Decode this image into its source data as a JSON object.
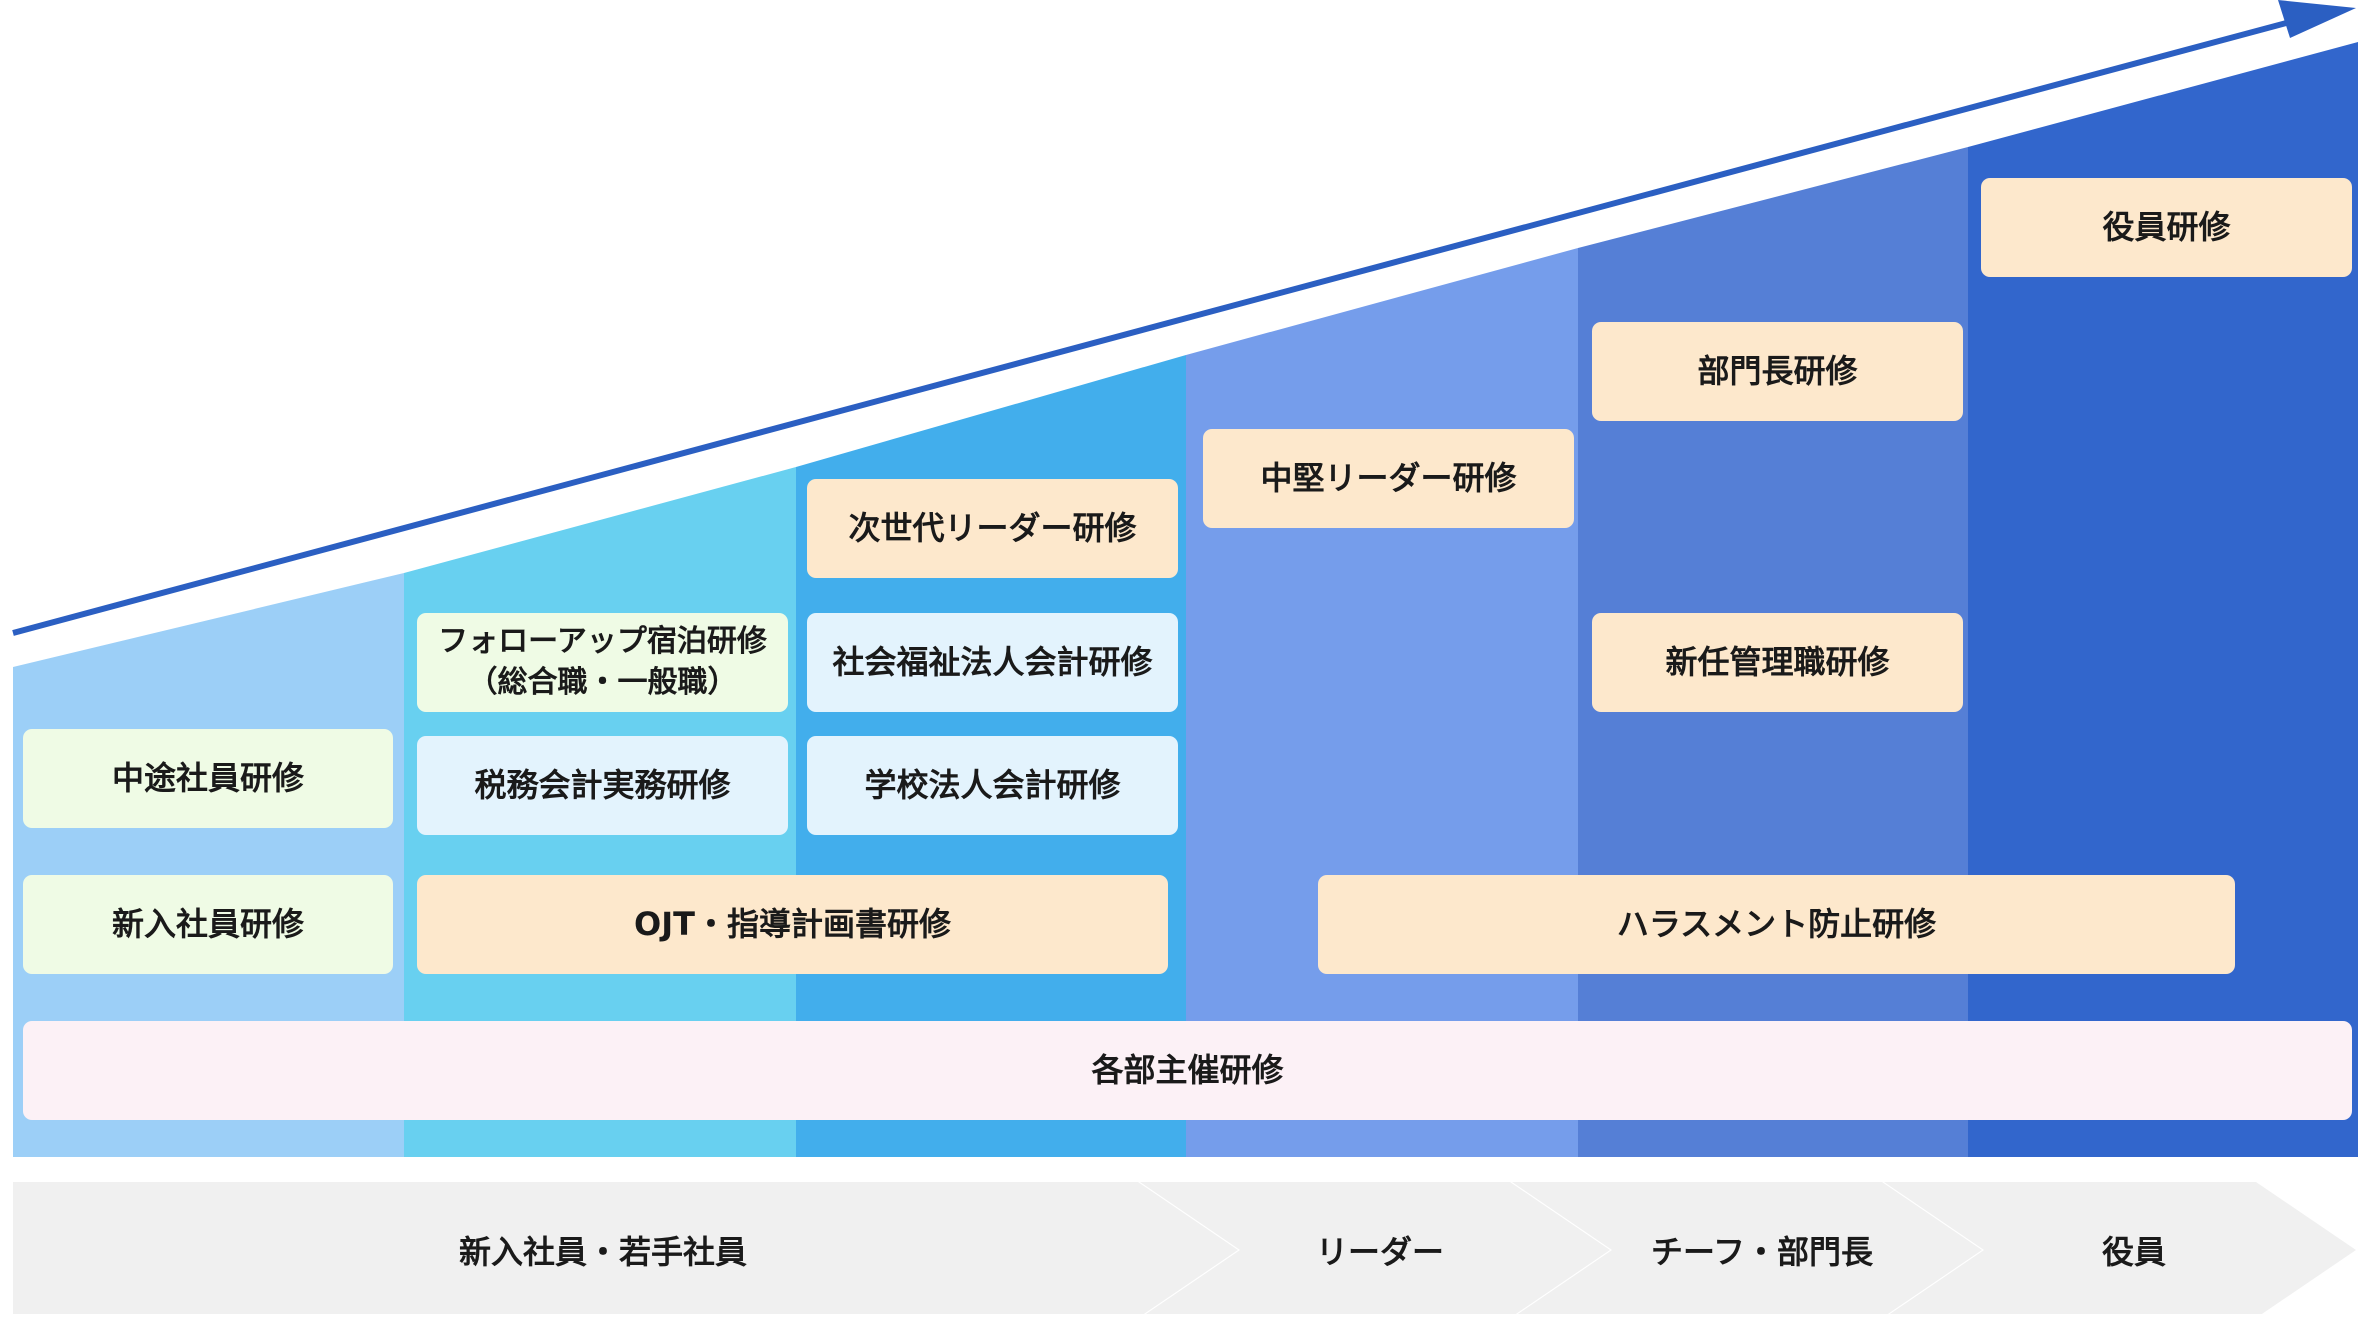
{
  "colors": {
    "band_1": "#9ccff7",
    "band_2": "#68d0f0",
    "band_3": "#42aeec",
    "band_4": "#759deb",
    "band_5": "#557fd6",
    "band_6": "#3266cc",
    "growth_arrow": "#2b5fc2",
    "chevron_bar": "#f0f0f0"
  },
  "programs": {
    "new_hire": "新入社員研修",
    "mid_career": "中途社員研修",
    "ojt": "OJT・指導計画書研修",
    "tax": "税務会計実務研修",
    "school": "学校法人会計研修",
    "followup_line1": "フォローアップ宿泊研修",
    "followup_line2": "（総合職・一般職）",
    "welfare": "社会福祉法人会計研修",
    "next_gen": "次世代リーダー研修",
    "mid_leader": "中堅リーダー研修",
    "harassment": "ハラスメント防止研修",
    "new_manager": "新任管理職研修",
    "dept_head": "部門長研修",
    "executive": "役員研修",
    "department": "各部主催研修"
  },
  "stages": {
    "stage_1": "新入社員・若手社員",
    "stage_2": "リーダー",
    "stage_3": "チーフ・部門長",
    "stage_4": "役員"
  }
}
